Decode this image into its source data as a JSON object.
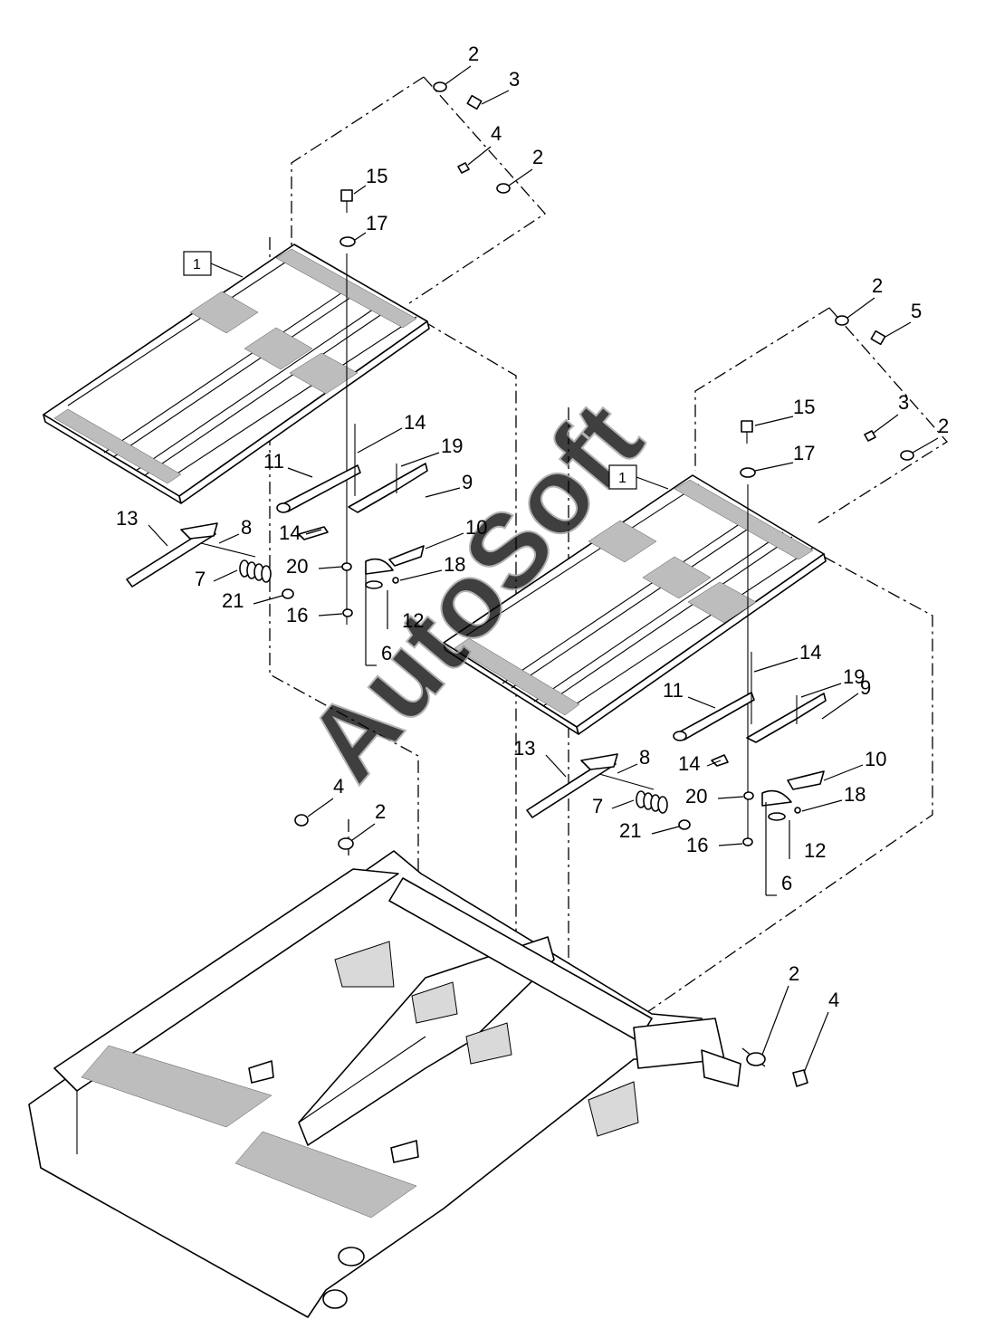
{
  "watermark": "AutoSoft",
  "colors": {
    "line": "#000000",
    "background": "#ffffff",
    "watermark": "#9a9a9a"
  },
  "callouts": {
    "top_left": {
      "box1": "1",
      "c2a": "2",
      "c3": "3",
      "c4": "4",
      "c2b": "2",
      "c15": "15",
      "c17": "17",
      "c14a": "14",
      "c19": "19",
      "c11": "11",
      "c9": "9",
      "c13": "13",
      "c8": "8",
      "c14b": "14",
      "c10": "10",
      "c20": "20",
      "c18": "18",
      "c7": "7",
      "c21": "21",
      "c16": "16",
      "c12": "12",
      "c6": "6"
    },
    "right": {
      "box1": "1",
      "c2a": "2",
      "c5": "5",
      "c15": "15",
      "c3": "3",
      "c2b": "2",
      "c17": "17",
      "c14a": "14",
      "c19": "19",
      "c11": "11",
      "c9": "9",
      "c13": "13",
      "c8": "8",
      "c14b": "14",
      "c10": "10",
      "c20": "20",
      "c18": "18",
      "c7": "7",
      "c21": "21",
      "c16": "16",
      "c12": "12",
      "c6": "6"
    },
    "frame": {
      "c4a": "4",
      "c2a": "2",
      "c2b": "2",
      "c4b": "4"
    }
  }
}
